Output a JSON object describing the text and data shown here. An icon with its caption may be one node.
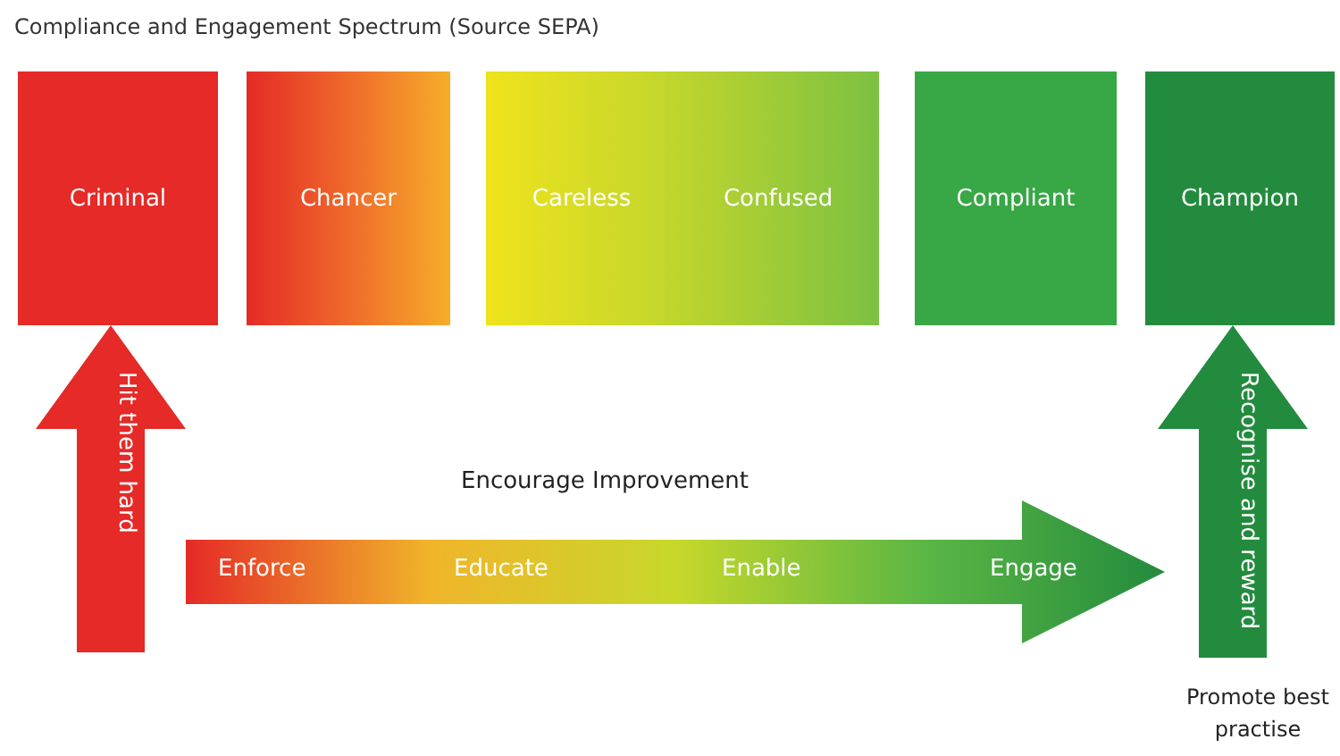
{
  "diagram": {
    "title": "Compliance and Engagement Spectrum (Source SEPA)",
    "nodes": [
      {
        "text": [
          "Criminal"
        ]
      },
      {
        "text": [
          "Chancer"
        ]
      },
      {
        "text": [
          "Careless",
          "Confused"
        ]
      },
      {
        "text": [
          "Compliant"
        ]
      },
      {
        "text": [
          "Champion"
        ]
      },
      {
        "text": [
          "Enforce",
          "Educate",
          "Enable",
          "Engage"
        ],
        "beside": [
          "Encourage Improvement"
        ]
      }
    ],
    "edges": [
      {
        "from": null,
        "to": 0,
        "arrow": "to",
        "label": "Hit them hard",
        "color": "#e52a27"
      },
      {
        "from": null,
        "to": 4,
        "arrow": "to",
        "label": "Recognise and reward",
        "color": "#238b3d"
      }
    ],
    "labels": [
      "Promote best practise"
    ]
  }
}
